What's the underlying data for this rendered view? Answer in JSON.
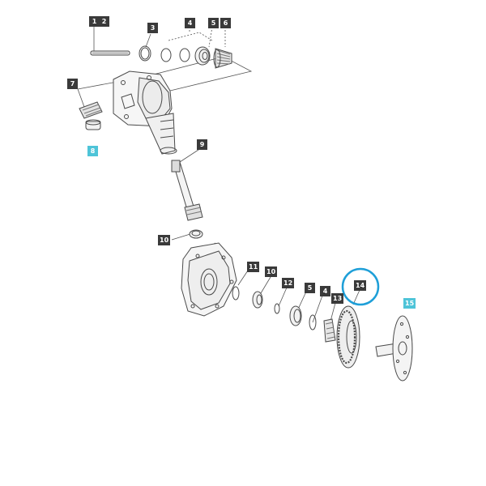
{
  "colors": {
    "callout_bg": "#3a3a3a",
    "callout_highlight_bg": "#4ec4d8",
    "selection_ring": "#1e9fd8",
    "line": "#4a4a4a"
  },
  "callouts": {
    "c1": "1",
    "c2": "2",
    "c3": "3",
    "c4": "4",
    "c5": "5",
    "c6": "6",
    "c7": "7",
    "c8": "8",
    "c9": "9",
    "c10a": "10",
    "c11": "11",
    "c10b": "10",
    "c12": "12",
    "c5b": "5",
    "c4b": "4",
    "c13": "13",
    "c14": "14",
    "c15": "15"
  },
  "selection": {
    "selected_part": "14"
  }
}
